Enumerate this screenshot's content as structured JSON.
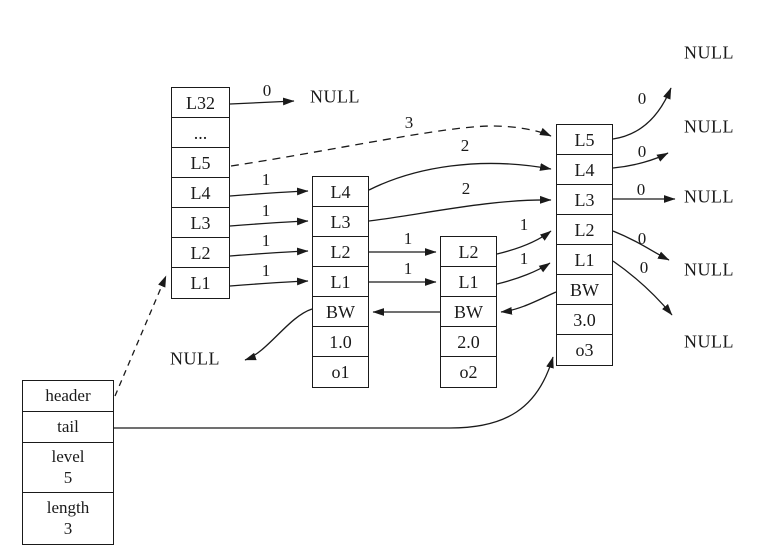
{
  "colors": {
    "ink": "#1a1a1a",
    "background": "#ffffff"
  },
  "nodes": {
    "header": {
      "cells": [
        "L32",
        "...",
        "L5",
        "L4",
        "L3",
        "L2",
        "L1"
      ]
    },
    "o1": {
      "cells": [
        "L4",
        "L3",
        "L2",
        "L1",
        "BW",
        "1.0",
        "o1"
      ]
    },
    "o2": {
      "cells": [
        "L2",
        "L1",
        "BW",
        "2.0",
        "o2"
      ]
    },
    "o3": {
      "cells": [
        "L5",
        "L4",
        "L3",
        "L2",
        "L1",
        "BW",
        "3.0",
        "o3"
      ]
    }
  },
  "struct": {
    "header_label": "header",
    "tail_label": "tail",
    "level_label": "level",
    "level_value": "5",
    "length_label": "length",
    "length_value": "3"
  },
  "nulls": {
    "from_l32": "NULL",
    "from_o3_l5": "NULL",
    "from_o3_l4": "NULL",
    "from_o3_l3": "NULL",
    "from_o3_l2": "NULL",
    "from_o3_l1": "NULL",
    "from_o1_bw": "NULL"
  },
  "edge_labels": {
    "hdr_l32": "0",
    "hdr_l5": "3",
    "hdr_l4": "1",
    "hdr_l3": "1",
    "hdr_l2": "1",
    "hdr_l1": "1",
    "o1_l4": "2",
    "o1_l3": "2",
    "o1_l2": "1",
    "o1_l1": "1",
    "o2_l2": "1",
    "o2_l1": "1",
    "o3_l5": "0",
    "o3_l4": "0",
    "o3_l3": "0",
    "o3_l2": "0",
    "o3_l1": "0"
  }
}
